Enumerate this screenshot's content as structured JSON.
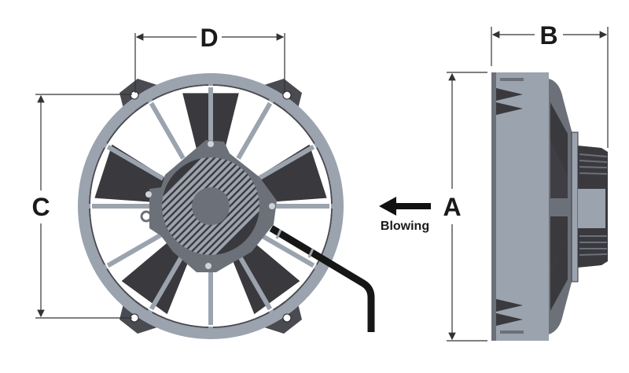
{
  "dimensions": {
    "A": "A",
    "B": "B",
    "C": "C",
    "D": "D"
  },
  "airflow": {
    "label": "Blowing",
    "icon": "arrow-left-icon"
  },
  "colors": {
    "frame_light": "#9ba3ae",
    "frame_mid": "#6c7179",
    "blade_dark": "#3a393e",
    "cable": "#161616"
  }
}
